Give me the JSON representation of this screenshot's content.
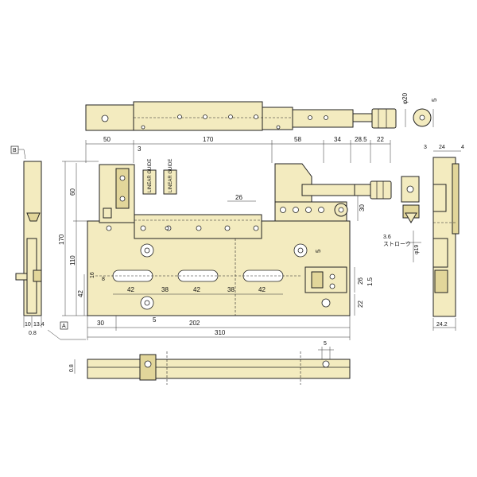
{
  "drawing": {
    "reference_marks": {
      "a": "A",
      "b": "B"
    },
    "top_dims": {
      "d50": "50",
      "d3": "3",
      "d170": "170",
      "d58": "58",
      "d34": "34",
      "d285": "28.5",
      "d22": "22"
    },
    "left_dims": {
      "d60": "60",
      "d170": "170",
      "d110": "110",
      "d42": "42"
    },
    "inner_dims": {
      "d26": "26",
      "d30": "30",
      "d5": "5",
      "d16": "16",
      "d8": "8",
      "d26b": "26",
      "d15": "1.5",
      "d22": "22"
    },
    "slot_dims": {
      "s42a": "42",
      "s38a": "38",
      "s42b": "42",
      "s38b": "38",
      "s42c": "42"
    },
    "bottom_dims": {
      "d30": "30",
      "d5": "5",
      "d202": "202",
      "d310": "310"
    },
    "side_view_dims": {
      "d10": "10",
      "d134": "13.4",
      "d08": "0.8"
    },
    "right_view_dims": {
      "d3": "3",
      "d24": "24",
      "d4": "4",
      "d242": "24.2"
    },
    "knob_dims": {
      "phi20": "φ20",
      "d5": "5"
    },
    "stroke_note": {
      "d36": "3.6",
      "stroke_label": "ストローク",
      "phi19": "φ19"
    },
    "bottom_view_dims": {
      "d5": "5",
      "d08": "0.8"
    },
    "plate_labels": {
      "left": "LINEAR GUIDE",
      "right": "LINEAR GUIDE"
    }
  }
}
